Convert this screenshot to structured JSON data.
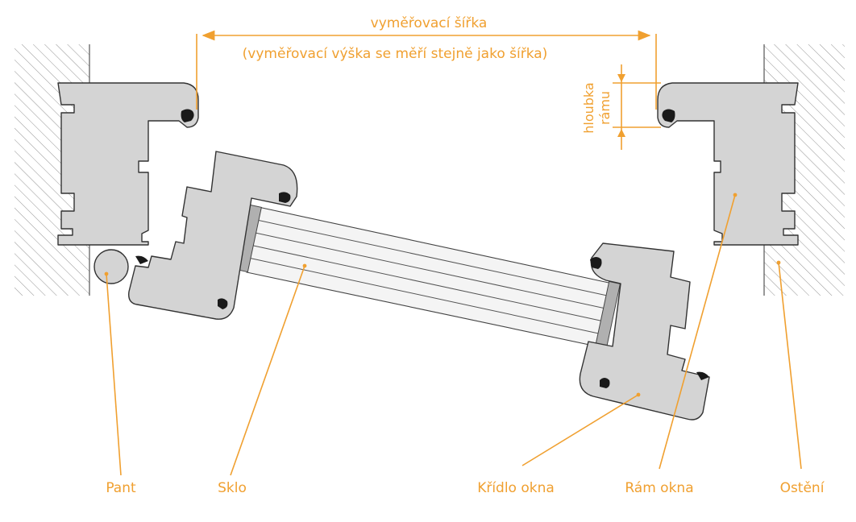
{
  "dimensions": {
    "width_label": "vyměřovací šířka",
    "height_note": "(vyměřovací výška se měří stejně jako šířka)",
    "frame_depth_label_line1": "hloubka",
    "frame_depth_label_line2": "rámu"
  },
  "labels": {
    "hinge": "Pant",
    "glass": "Sklo",
    "sash": "Křídlo okna",
    "frame": "Rám okna",
    "reveal": "Ostění"
  },
  "colors": {
    "accent": "#f0a030",
    "profile": "#d4d4d4",
    "outline": "#333333",
    "wall_hatch": "#888888"
  }
}
